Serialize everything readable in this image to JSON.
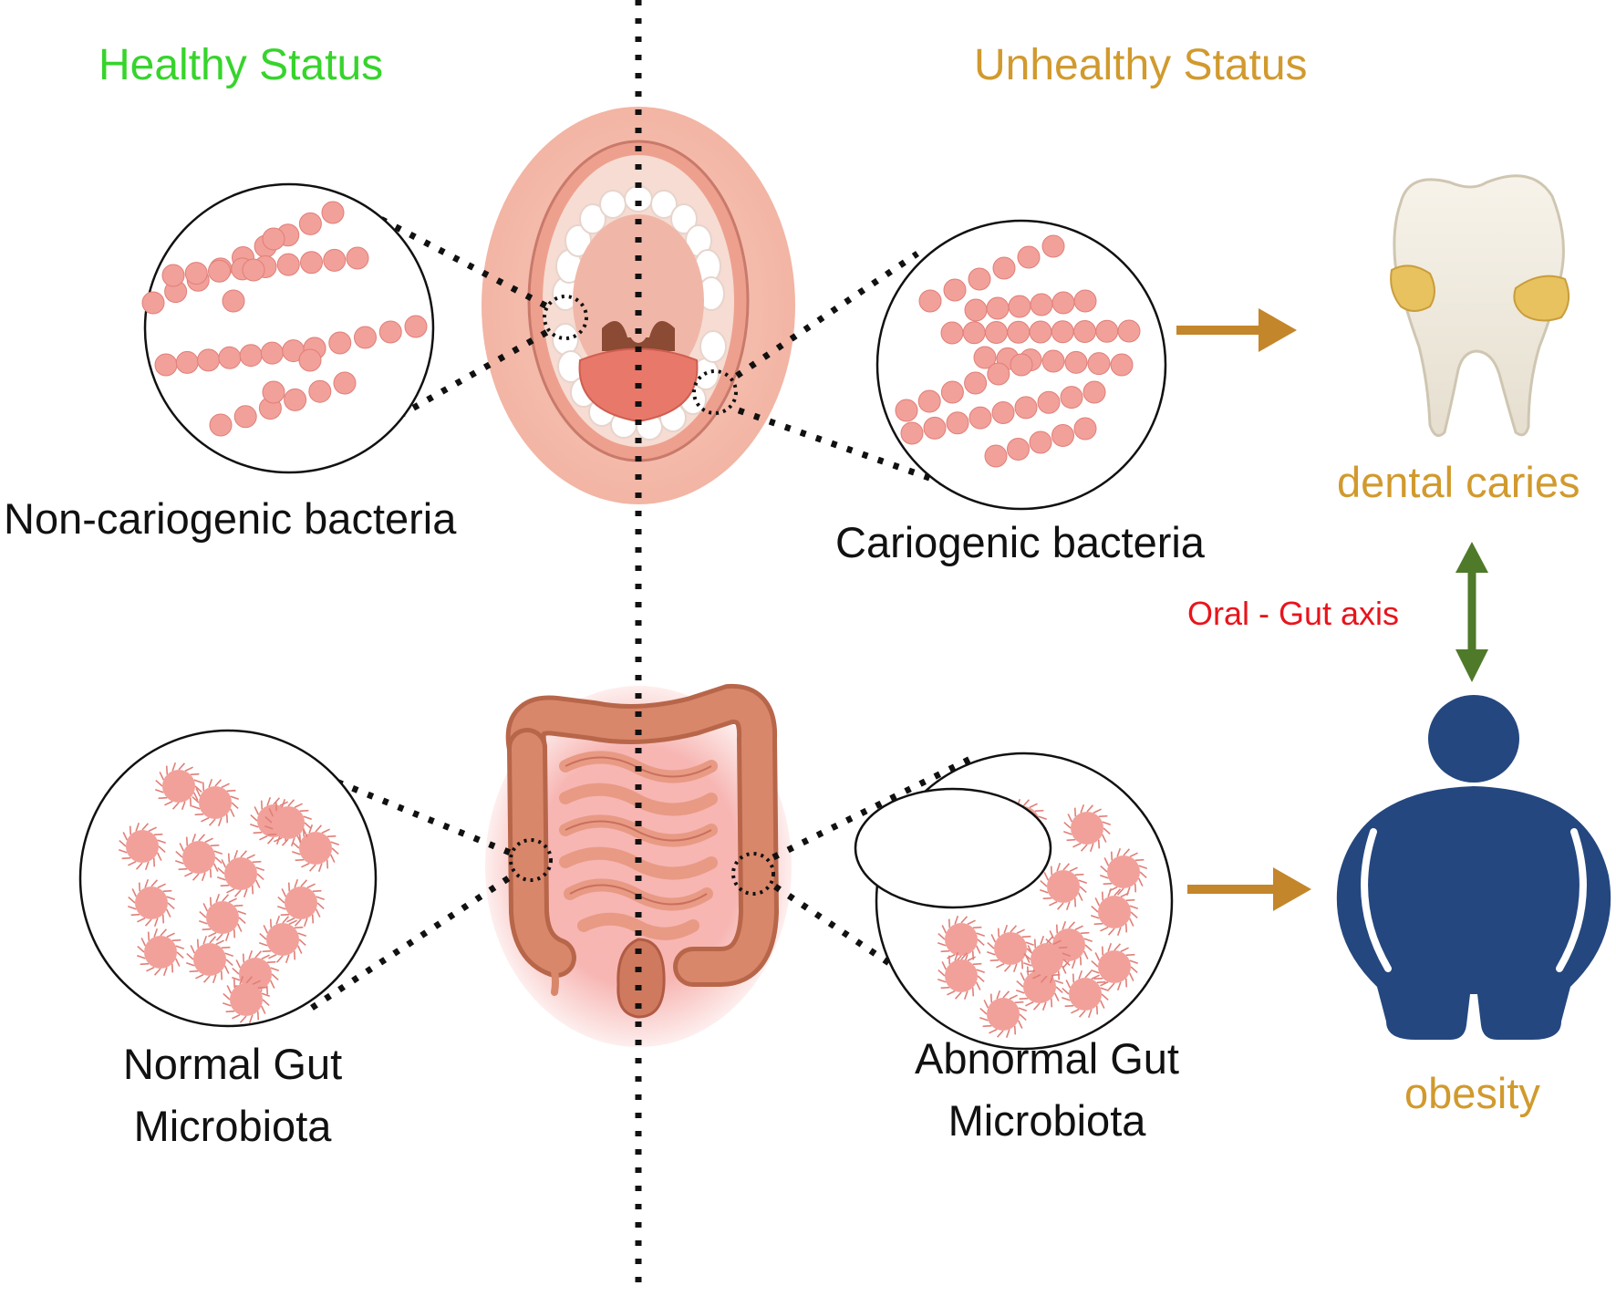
{
  "headers": {
    "healthy": "Healthy Status",
    "unhealthy": "Unhealthy Status"
  },
  "labels": {
    "non_cariogenic": "Non-cariogenic bacteria",
    "cariogenic": "Cariogenic bacteria",
    "dental_caries": "dental caries",
    "axis": "Oral - Gut axis",
    "normal_gut_line1": "Normal Gut",
    "normal_gut_line2": "Microbiota",
    "abnormal_gut_line1": "Abnormal Gut",
    "abnormal_gut_line2": "Microbiota",
    "obesity": "obesity"
  },
  "colors": {
    "healthy": "#37d42c",
    "unhealthy": "#d19a2e",
    "axis_text": "#e8141c",
    "axis_arrow": "#4f7a2a",
    "flow_arrow": "#c4862a",
    "bacteria": "#f2a09a",
    "bacteria_edge": "#e07f78",
    "obesity_figure": "#24477f"
  },
  "icons": {
    "mouth": "open-mouth-icon",
    "tooth": "decayed-tooth-icon",
    "intestine": "intestine-icon",
    "person": "obese-person-icon"
  }
}
